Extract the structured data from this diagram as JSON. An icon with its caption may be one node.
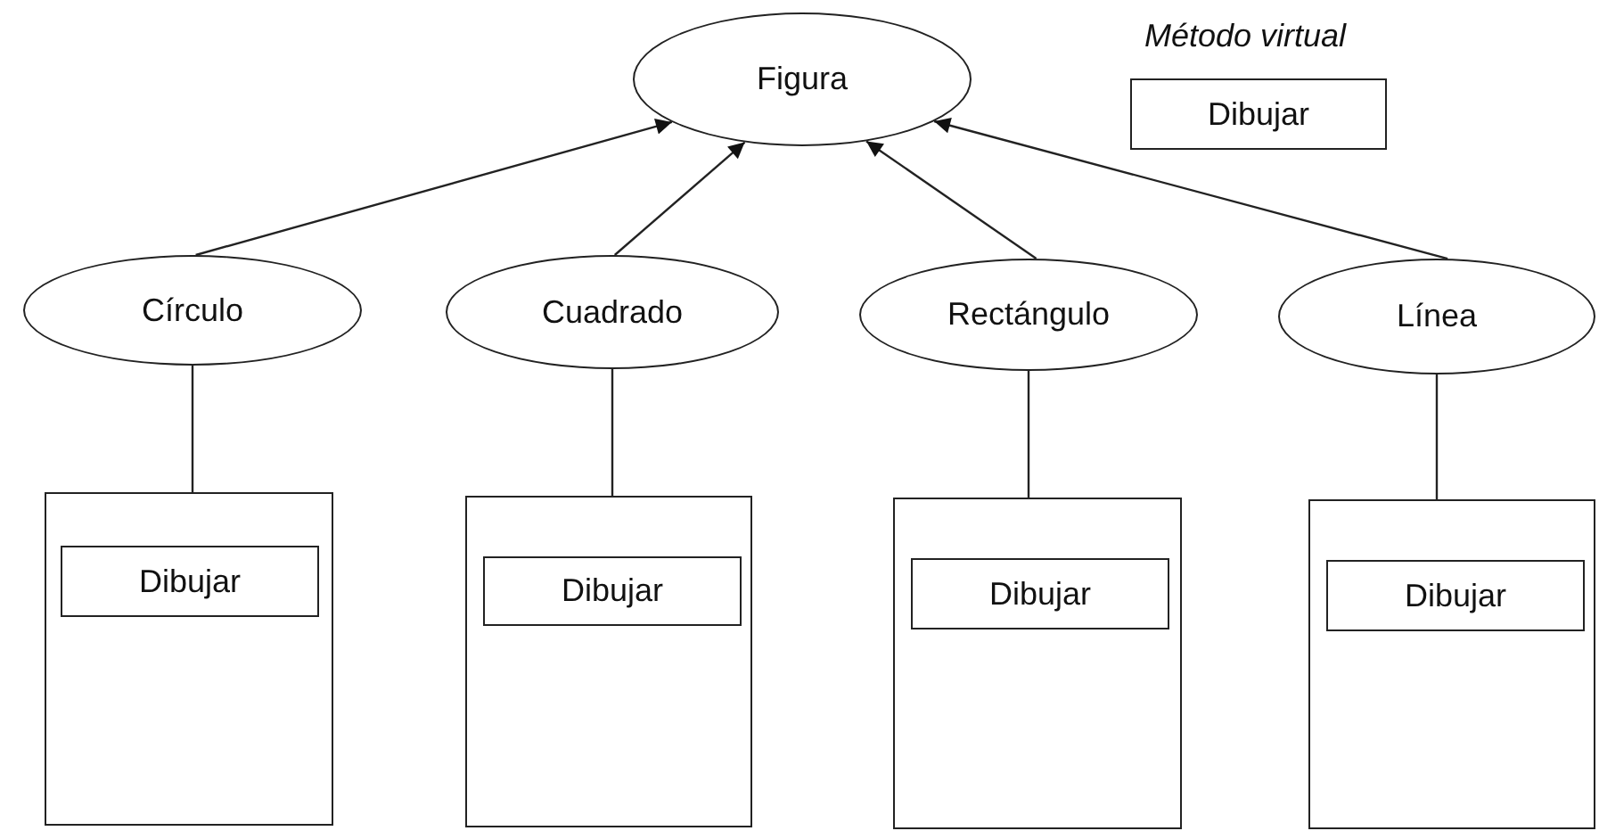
{
  "diagram": {
    "nodes": [
      {
        "text": [
          "Figura"
        ]
      },
      {
        "text": [
          "Dibujar"
        ]
      },
      {
        "text": [
          "Círculo"
        ]
      },
      {
        "text": [
          "Cuadrado"
        ]
      },
      {
        "text": [
          "Rectángulo"
        ]
      },
      {
        "text": [
          "Línea"
        ]
      },
      {
        "text": [],
        "shape": "box"
      },
      {
        "text": [
          "Dibujar"
        ],
        "in": 6
      },
      {
        "text": [],
        "shape": "box"
      },
      {
        "text": [
          "Dibujar"
        ],
        "in": 8
      },
      {
        "text": [],
        "shape": "box"
      },
      {
        "text": [
          "Dibujar"
        ],
        "in": 10
      },
      {
        "text": [],
        "shape": "box"
      },
      {
        "text": [
          "Dibujar"
        ],
        "in": 12
      }
    ],
    "edges": [
      {
        "from": 2,
        "to": 0,
        "arrow": "to"
      },
      {
        "from": 3,
        "to": 0,
        "arrow": "to"
      },
      {
        "from": 4,
        "to": 0,
        "arrow": "to"
      },
      {
        "from": 5,
        "to": 0,
        "arrow": "to"
      },
      {
        "from": 2,
        "to": 6,
        "arrow": "none"
      },
      {
        "from": 3,
        "to": 8,
        "arrow": "none"
      },
      {
        "from": 4,
        "to": 10,
        "arrow": "none"
      },
      {
        "from": 5,
        "to": 12,
        "arrow": "none"
      }
    ],
    "labels": [
      "Método virtual"
    ]
  }
}
